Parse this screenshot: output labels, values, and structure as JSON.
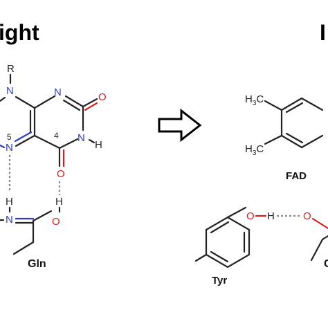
{
  "headings": {
    "left": "ight",
    "right": "I"
  },
  "left_molecule": {
    "atoms": {
      "R": "R",
      "N_top": "N",
      "O_right": "O",
      "H_right": "H",
      "N_right": "N",
      "O_bottom": "O",
      "N_left": "N",
      "H_left": "H",
      "N_amide": "N",
      "O_amide": "O",
      "H_amide": "H"
    },
    "locants": {
      "five": "5",
      "four": "4"
    },
    "residue_label": "Gln"
  },
  "arrow": {
    "shape": "hollow-right-arrow"
  },
  "right_molecule": {
    "methyl_1": {
      "base": "H",
      "sub": "3",
      "tail": "C"
    },
    "methyl_2": {
      "base": "H",
      "sub": "3",
      "tail": "C"
    },
    "cofactor_label": "FAD",
    "tyr": {
      "O": "O",
      "H": "H",
      "label": "Tyr"
    },
    "acceptor_O": "O",
    "partial_label": "G"
  },
  "colors": {
    "nitrogen": "#2e3fb8",
    "oxygen": "#d42020",
    "bond": "#222222",
    "hbond": "#8a8a8a"
  }
}
